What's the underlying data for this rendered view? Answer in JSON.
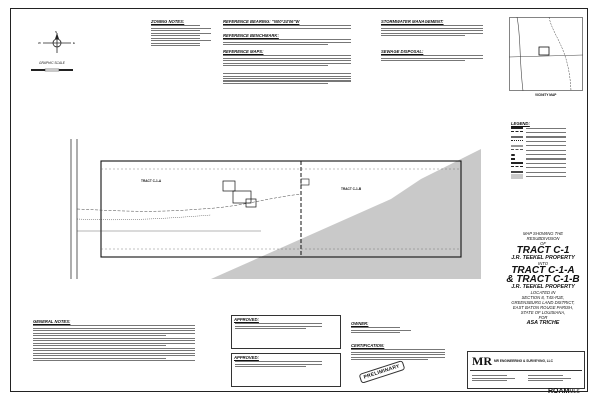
{
  "sheet": {
    "zoning_notes_title": "ZONING NOTES:",
    "reference_bearing_title": "REFERENCE BEARING: \"N00°24'06\"W",
    "reference_benchmark_title": "REFERENCE BENCHMARK:",
    "reference_maps_title": "REFERENCE MAPS:",
    "stormwater_title": "STORMWATER MANAGEMENT:",
    "sewage_title": "SEWAGE DISPOSAL:",
    "general_notes_title": "GENERAL NOTES:",
    "graphic_scale_label": "GRAPHIC SCALE",
    "vicinity_map_label": "VICINITY MAP",
    "legend_title": "LEGEND:",
    "approved_label_1": "APPROVED:",
    "approved_label_2": "APPROVED:",
    "owner_label": "OWNER:",
    "certification_label": "CERTIFICATION:",
    "preliminary_stamp": "PRELIMINARY",
    "tract_c1a_label": "TRACT C-1-A",
    "tract_c1b_label": "TRACT C-1-B",
    "firm_name": "MR ENGINEERING & SURVEYING, LLC",
    "firm_logo_text": "MR",
    "watermark": "ROAM",
    "watermark_suffix": "MLS"
  },
  "title_block": {
    "line1": "MAP SHOWING THE",
    "line2": "RESUBDIVISION",
    "line3": "OF",
    "tract1": "TRACT C-1",
    "owner1": "J.R. TEEKEL PROPERTY",
    "into": "INTO",
    "tract2": "TRACT C-1-A",
    "tract3": "& TRACT C-1-B",
    "owner2": "J.R. TEEKEL PROPERTY",
    "located": "LOCATED IN",
    "loc1": "SECTION 8, T4S-R2E,",
    "loc2": "GREENSBURG LAND DISTRICT,",
    "loc3": "EAST BATON ROUGE PARISH,",
    "loc4": "STATE OF LOUISIANA,",
    "for": "FOR",
    "client": "ASA TRICHE"
  },
  "colors": {
    "ink": "#111111",
    "shade": "#c9c9c9",
    "line": "#333333"
  }
}
